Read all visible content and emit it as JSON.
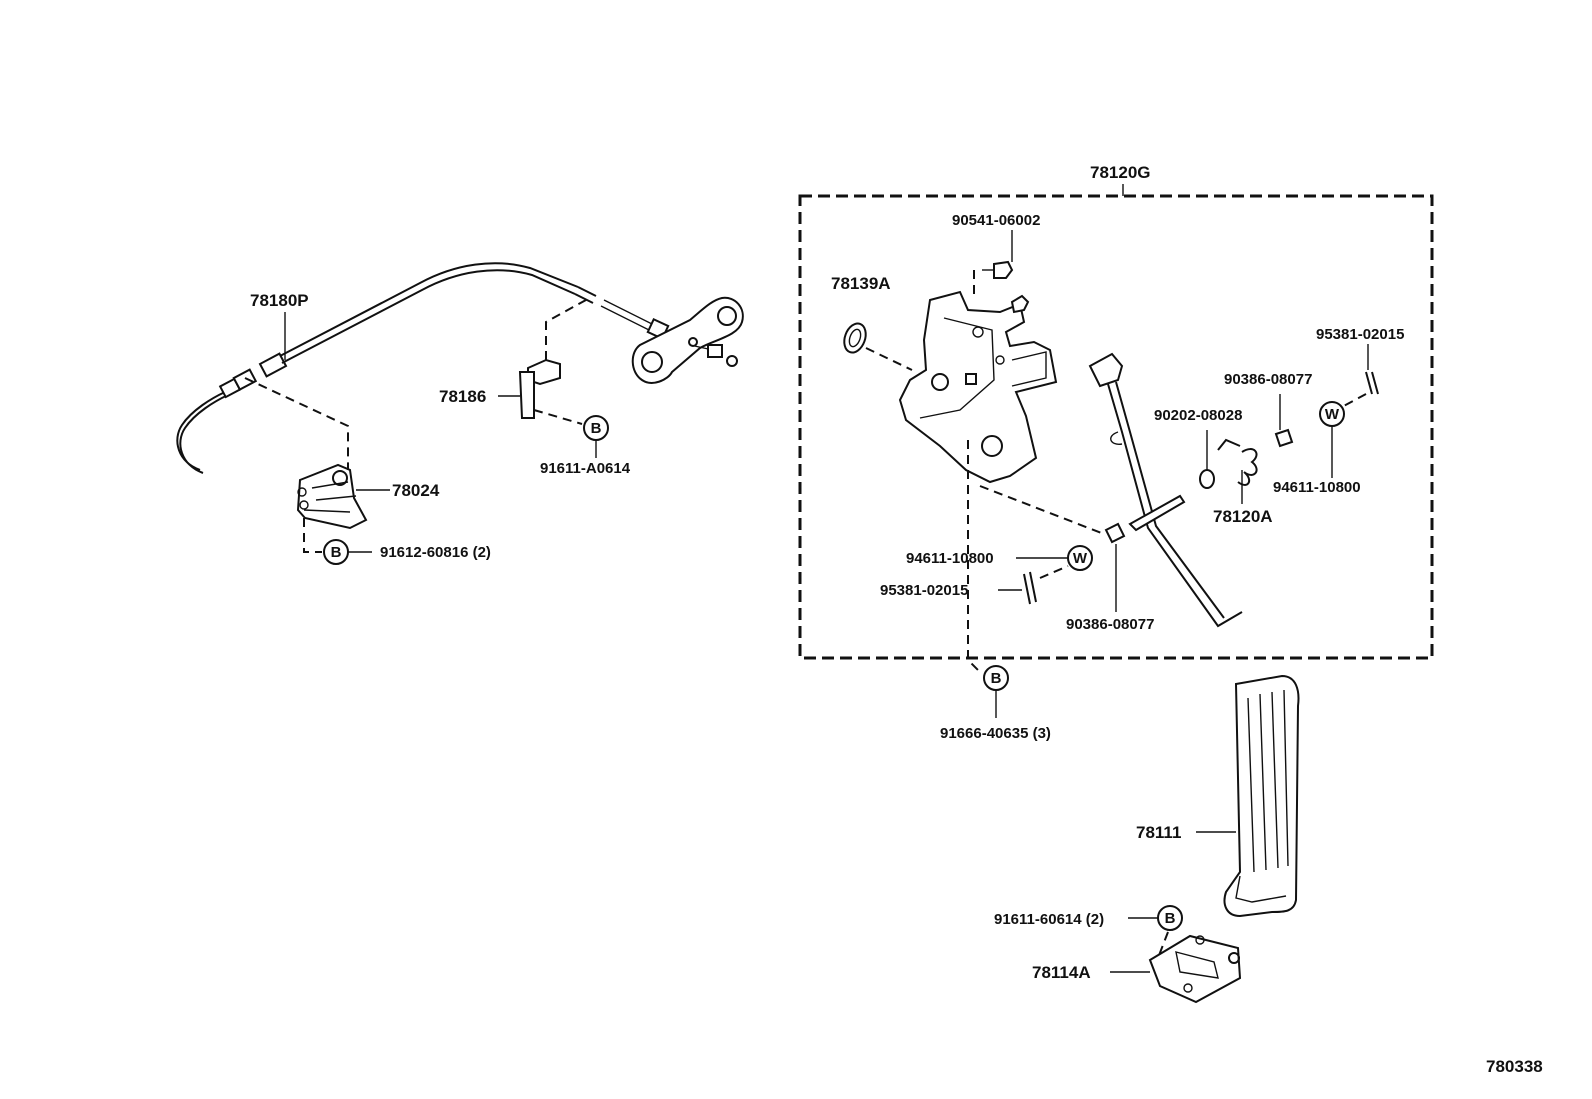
{
  "diagram_code": "780338",
  "assembly_label": "78120G",
  "badges": {
    "bolt": "B",
    "washer": "W"
  },
  "parts": {
    "cable": "78180P",
    "cable_clamp": "78186",
    "clamp_bolt": "91611-A0614",
    "bracket": "78024",
    "bracket_bolt": "91612-60816 (2)",
    "bushing_top": "90541-06002",
    "pedal_support": "78139A",
    "cotter_pin_right": "95381-02015",
    "bushing_right": "90386-08077",
    "washer_small": "90202-08028",
    "washer_right": "94611-10800",
    "return_spring": "78120A",
    "washer_left": "94611-10800",
    "cotter_pin_left": "95381-02015",
    "bushing_bottom": "90386-08077",
    "support_bolt": "91666-40635 (3)",
    "pedal_pad": "78111",
    "pad_bolt": "91611-60614 (2)",
    "pad_hinge": "78114A"
  }
}
